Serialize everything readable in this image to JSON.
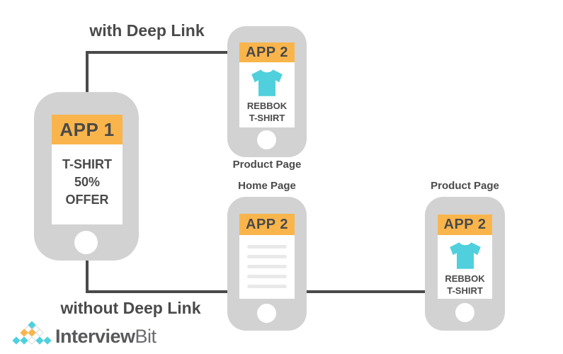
{
  "labels": {
    "with_deep_link": "with Deep Link",
    "without_deep_link": "without Deep Link"
  },
  "app1_phone": {
    "header": "APP 1",
    "screen_lines": [
      "T-SHIRT",
      "50%",
      "OFFER"
    ]
  },
  "top_phone": {
    "caption": "Product Page",
    "header": "APP 2",
    "product_line1": "REBBOK",
    "product_line2": "T-SHIRT"
  },
  "home_phone": {
    "caption": "Home Page",
    "header": "APP 2"
  },
  "right_phone": {
    "caption": "Product Page",
    "header": "APP 2",
    "product_line1": "REBBOK",
    "product_line2": "T-SHIRT"
  },
  "logo": {
    "brand_bold": "Interview",
    "brand_light": "Bit",
    "pyramid_rows": [
      {
        "y": 0,
        "cells": [
          "teal"
        ]
      },
      {
        "y": 1,
        "cells": [
          "white",
          "white"
        ]
      },
      {
        "y": 2,
        "cells": [
          "orange",
          "orange",
          "white"
        ]
      },
      {
        "y": 4,
        "cells": [
          "teal",
          "teal",
          "white",
          "teal",
          "teal"
        ]
      }
    ]
  },
  "colors": {
    "orange": "#F9B54C",
    "teal": "#4FD0DC",
    "phone_gray": "#D2D2D2",
    "dark": "#4A4A4A",
    "screen_line_gray": "#E9E9E9"
  }
}
